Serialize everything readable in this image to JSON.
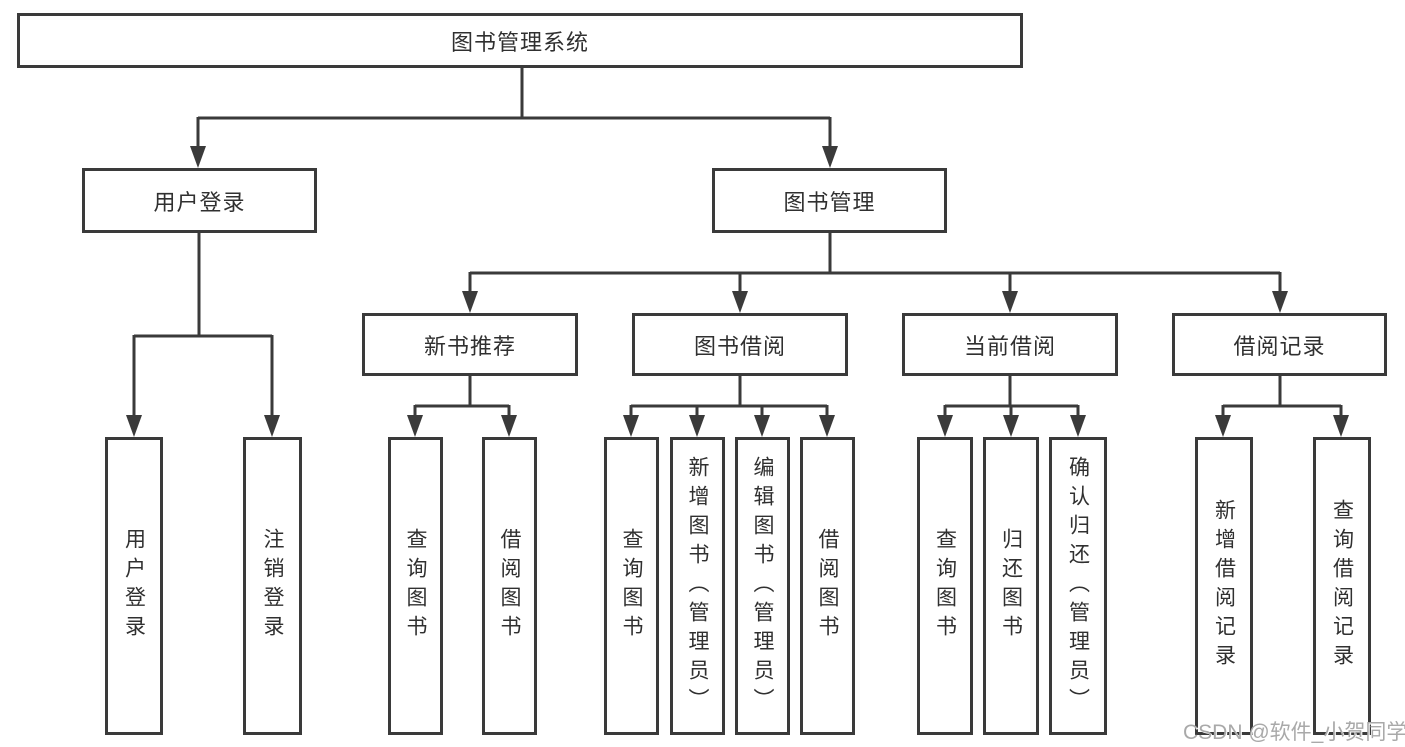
{
  "diagram_colors": {
    "line": "#3a3a3a",
    "text": "#303030",
    "background": "#ffffff",
    "watermark_text_color": "#a9a9a9"
  },
  "tree": {
    "label": "图书管理系统",
    "children": [
      {
        "label": "用户登录",
        "children": [
          {
            "label": "用户登录"
          },
          {
            "label": "注销登录"
          }
        ]
      },
      {
        "label": "图书管理",
        "children": [
          {
            "label": "新书推荐",
            "children": [
              {
                "label": "查询图书"
              },
              {
                "label": "借阅图书"
              }
            ]
          },
          {
            "label": "图书借阅",
            "children": [
              {
                "label": "查询图书"
              },
              {
                "label": "新增图书（管理员）"
              },
              {
                "label": "编辑图书（管理员）"
              },
              {
                "label": "借阅图书"
              }
            ]
          },
          {
            "label": "当前借阅",
            "children": [
              {
                "label": "查询图书"
              },
              {
                "label": "归还图书"
              },
              {
                "label": "确认归还（管理员）"
              }
            ]
          },
          {
            "label": "借阅记录",
            "children": [
              {
                "label": "新增借阅记录"
              },
              {
                "label": "查询借阅记录"
              }
            ]
          }
        ]
      }
    ]
  },
  "watermark": {
    "text": "CSDN @软件_小贺同学"
  }
}
